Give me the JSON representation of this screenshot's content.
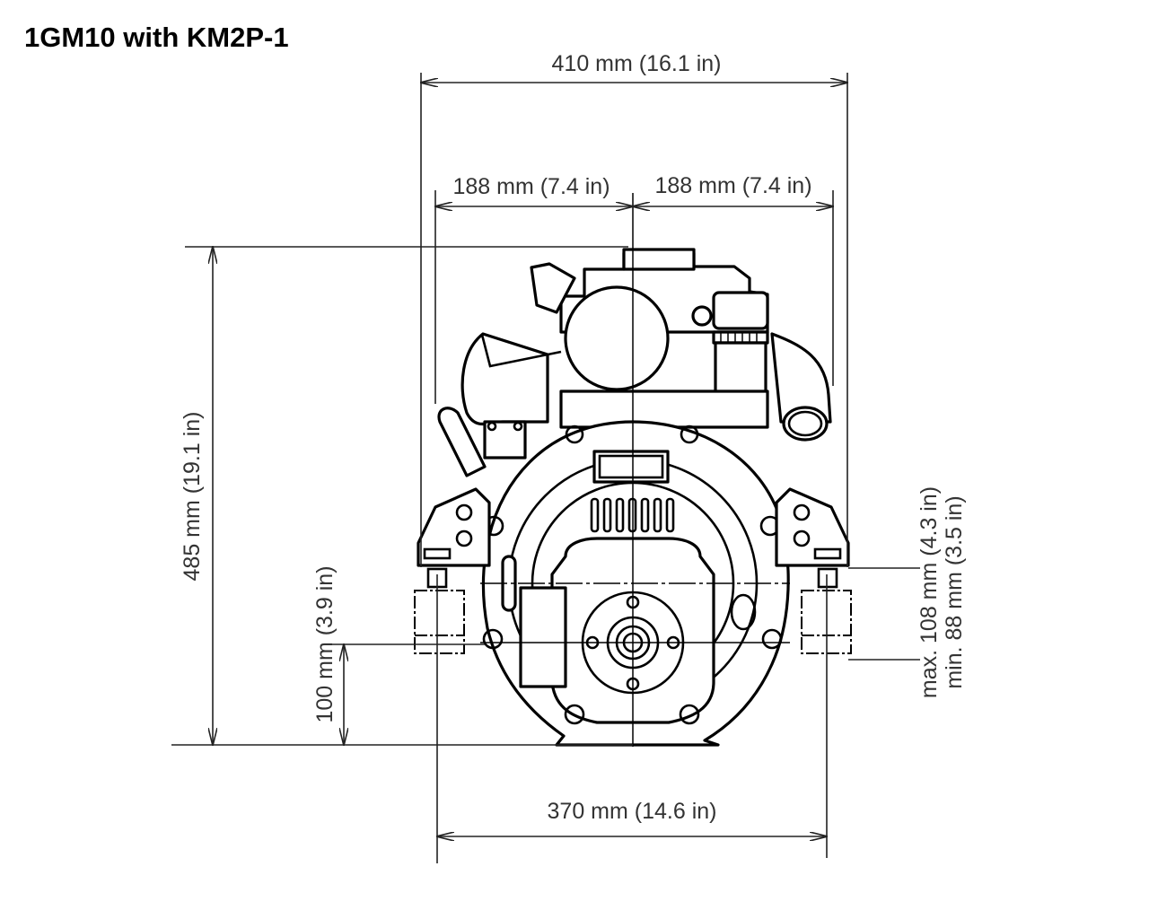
{
  "title": "1GM10 with KM2P-1",
  "colors": {
    "title": "#000000",
    "dimension_text": "#333333",
    "lines": "#000000",
    "background": "#ffffff"
  },
  "dimensions": {
    "overall_width": {
      "label": "410 mm (16.1 in)",
      "value_mm": 410,
      "value_in": 16.1
    },
    "left_half_width": {
      "label": "188 mm (7.4 in)",
      "value_mm": 188,
      "value_in": 7.4
    },
    "right_half_width": {
      "label": "188 mm (7.4 in)",
      "value_mm": 188,
      "value_in": 7.4
    },
    "overall_height": {
      "label": "485 mm (19.1 in)",
      "value_mm": 485,
      "value_in": 19.1
    },
    "shaft_center_height": {
      "label": "100 mm (3.9 in)",
      "value_mm": 100,
      "value_in": 3.9
    },
    "mount_height_max": {
      "label": "max. 108 mm (4.3 in)",
      "value_mm": 108,
      "value_in": 4.3
    },
    "mount_height_min": {
      "label": "min. 88 mm (3.5 in)",
      "value_mm": 88,
      "value_in": 3.5
    },
    "mount_spacing": {
      "label": "370 mm (14.6 in)",
      "value_mm": 370,
      "value_in": 14.6
    }
  },
  "drawing": {
    "subject": "engine-front-view",
    "view": "front elevation with marine gearbox"
  }
}
